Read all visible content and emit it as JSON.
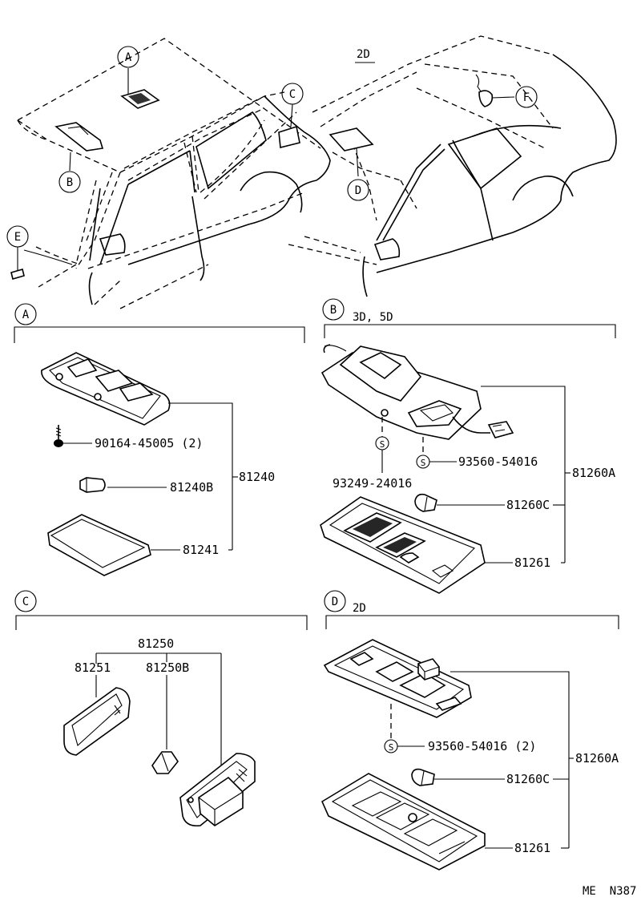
{
  "overview": {
    "variant_label": "2D",
    "callouts": [
      "A",
      "B",
      "C",
      "D",
      "E",
      "F"
    ]
  },
  "section_a": {
    "letter": "A",
    "parts": {
      "lamp_assy": "81240",
      "screw": "90164-45005 (2)",
      "bulb": "81240B",
      "lens": "81241"
    }
  },
  "section_b": {
    "letter": "B",
    "variant": "3D, 5D",
    "parts": {
      "lamp_assy": "81260A",
      "screw_left": "93249-24016",
      "screw_right": "93560-54016",
      "bulb": "81260C",
      "lens": "81261"
    },
    "screw_symbol": "S"
  },
  "section_c": {
    "letter": "C",
    "parts": {
      "lamp_assy": "81250",
      "lens": "81251",
      "bulb": "81250B"
    }
  },
  "section_d": {
    "letter": "D",
    "variant": "2D",
    "parts": {
      "lamp_assy": "81260A",
      "screw": "93560-54016 (2)",
      "bulb": "81260C",
      "lens": "81261"
    },
    "screw_symbol": "S"
  },
  "footer": {
    "code": "ME  N387"
  }
}
